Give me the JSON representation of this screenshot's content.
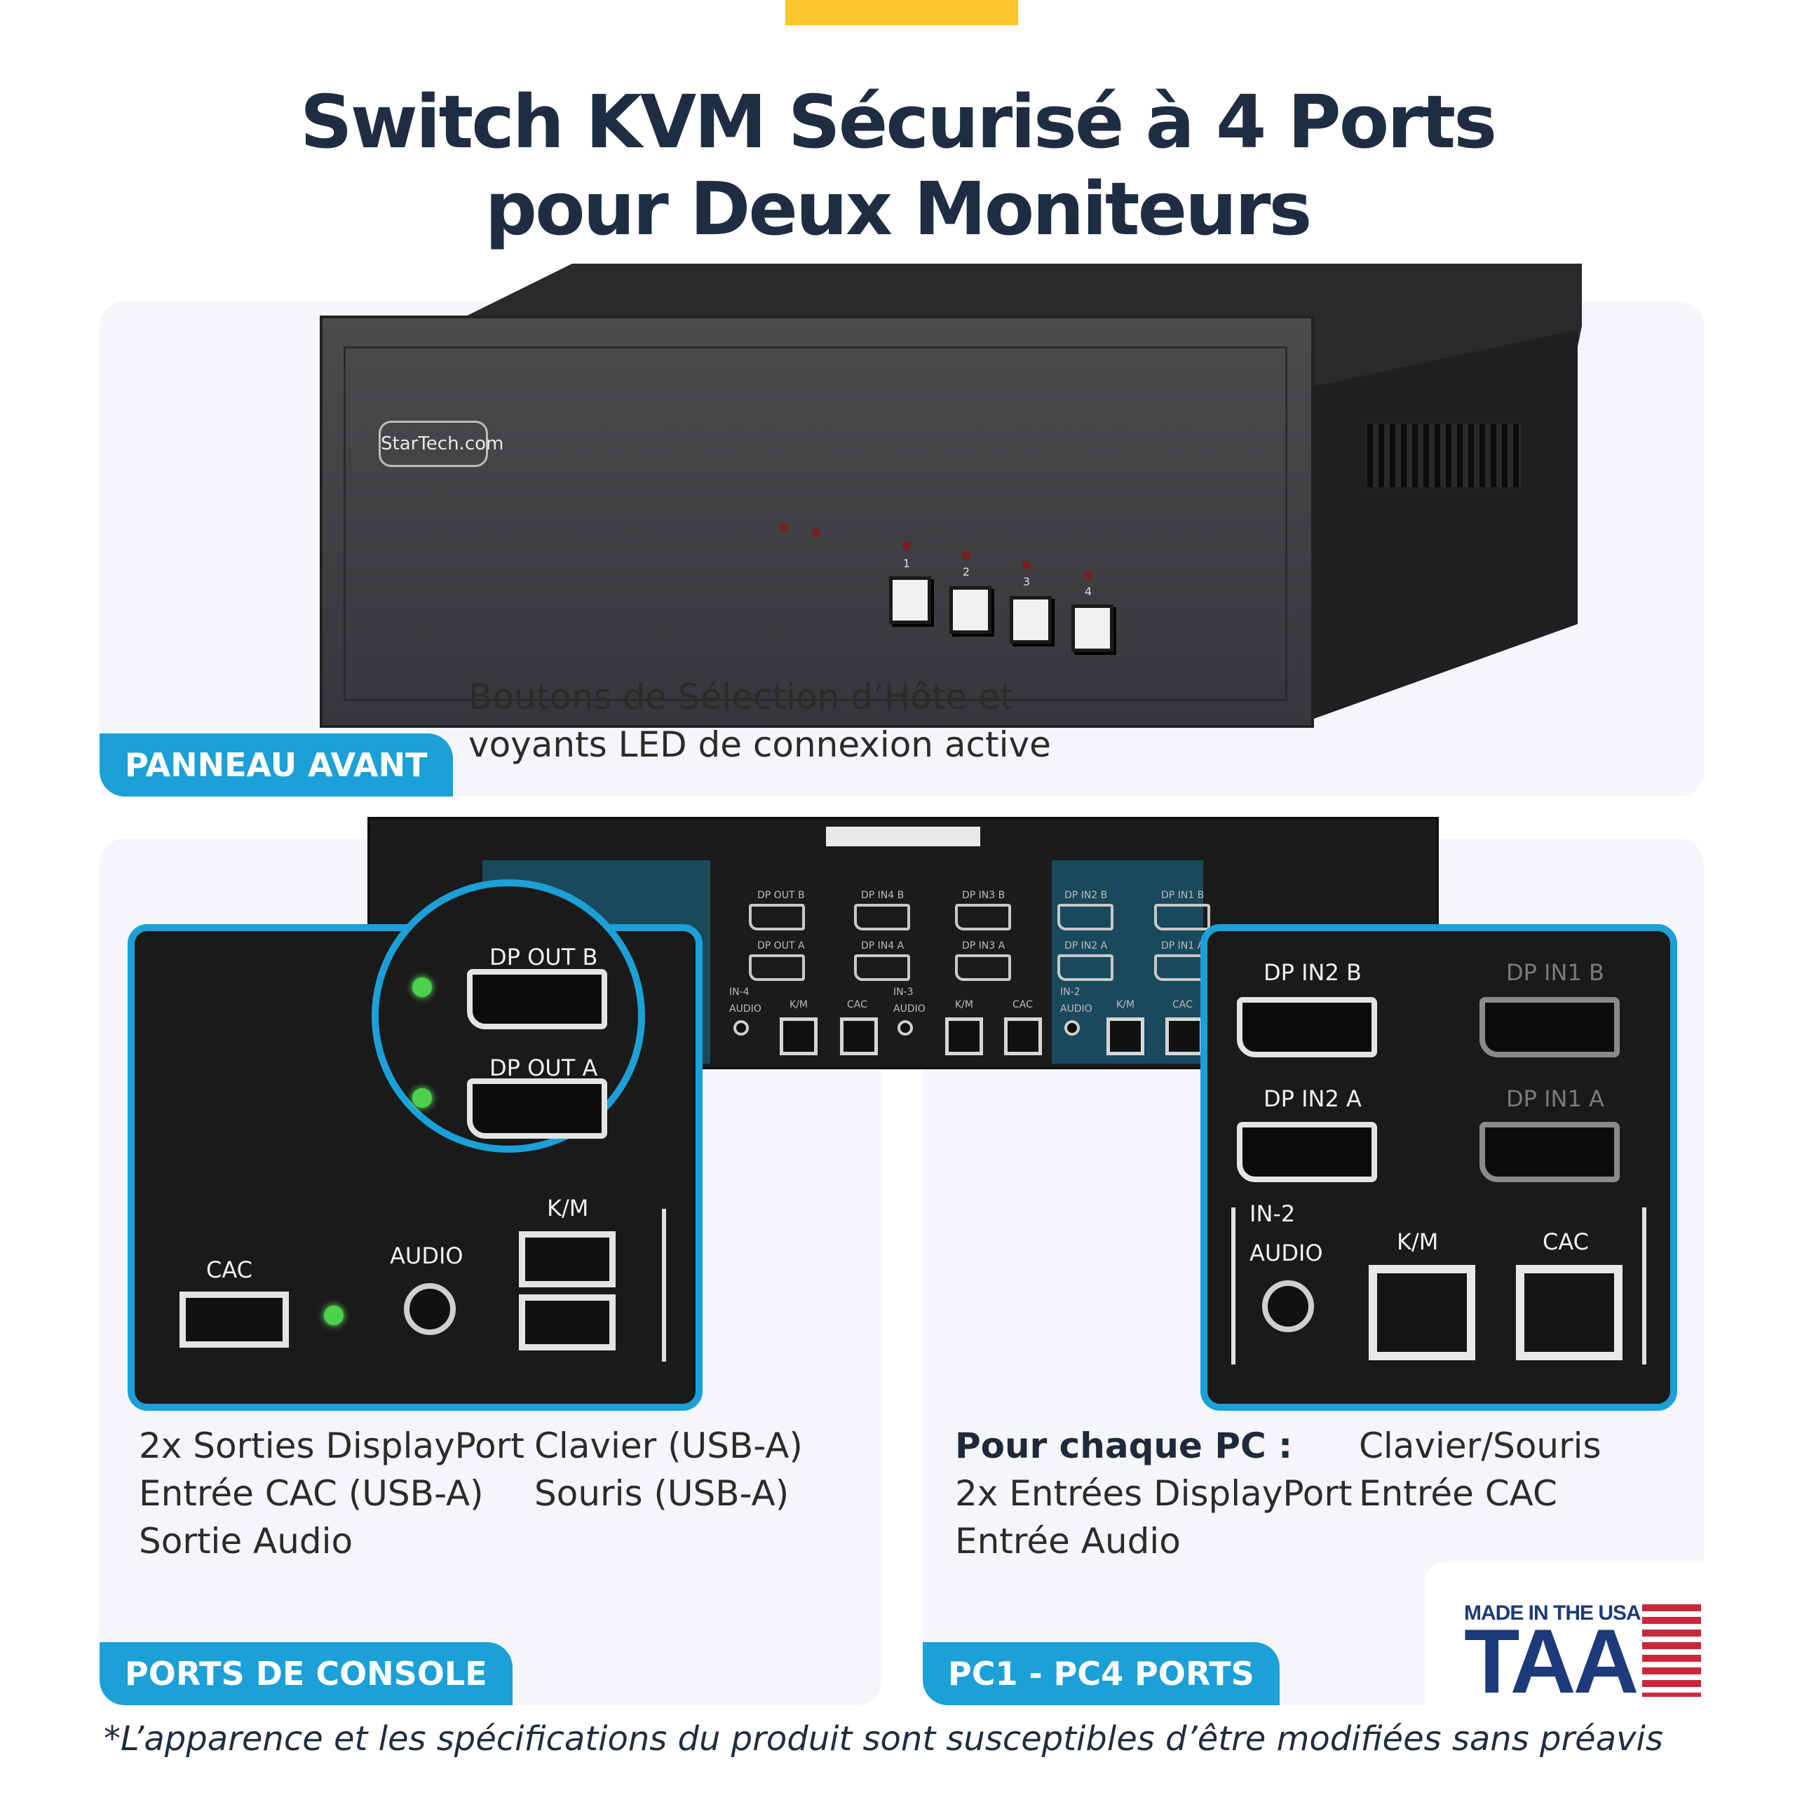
{
  "title": {
    "line1": "Switch KVM Sécurisé à 4 Ports",
    "line2": "pour Deux Moniteurs"
  },
  "front": {
    "logo": "StarTech.com",
    "button_numbers": [
      "1",
      "2",
      "3",
      "4"
    ],
    "caption_line1": "Boutons de Sélection d’Hôte et",
    "caption_line2": "voyants LED de connexion active",
    "tag": "PANNEAU AVANT"
  },
  "rear": {
    "small_labels": {
      "dp_out_b": "DP OUT B",
      "dp_out_a": "DP OUT A",
      "dp_in4_b": "DP IN4 B",
      "dp_in4_a": "DP IN4 A",
      "dp_in3_b": "DP IN3 B",
      "dp_in3_a": "DP IN3 A",
      "dp_in2_b": "DP IN2 B",
      "dp_in2_a": "DP IN2 A",
      "dp_in1_b": "DP IN1 B",
      "dp_in1_a": "DP IN1 A",
      "in4": "IN-4",
      "in3": "IN-3",
      "in2": "IN-2",
      "audio": "AUDIO",
      "km": "K/M",
      "cac": "CAC"
    }
  },
  "console_zoom": {
    "dp_out_b": "DP OUT B",
    "dp_out_a": "DP OUT A",
    "cac": "CAC",
    "audio": "AUDIO",
    "km": "K/M"
  },
  "pc_zoom": {
    "dp_in2_b": "DP IN2 B",
    "dp_in1_b": "DP IN1 B",
    "dp_in2_a": "DP IN2 A",
    "dp_in1_a": "DP IN1 A",
    "in2": "IN-2",
    "audio": "AUDIO",
    "km": "K/M",
    "cac": "CAC"
  },
  "console_caption": {
    "col1": [
      "2x Sorties DisplayPort",
      "Entrée CAC (USB-A)",
      "Sortie Audio"
    ],
    "col2": [
      "Clavier (USB-A)",
      "Souris (USB-A)"
    ],
    "tag": "PORTS DE CONSOLE"
  },
  "pc_caption": {
    "heading": "Pour chaque PC :",
    "col1": [
      "2x Entrées DisplayPort",
      "Entrée Audio"
    ],
    "col2": [
      "Clavier/Souris",
      "Entrée CAC"
    ],
    "tag": "PC1 - PC4 PORTS"
  },
  "badge": {
    "top": "MADE IN THE USA",
    "main": "TAA"
  },
  "footnote": "*L’apparence et les spécifications du produit sont susceptibles d’être modifiées sans préavis",
  "colors": {
    "accent_yellow": "#fcc52c",
    "tag_blue": "#1ba0d8",
    "title_navy": "#1e2d42",
    "usa_red": "#c9283c",
    "usa_navy": "#1d3a7a"
  }
}
